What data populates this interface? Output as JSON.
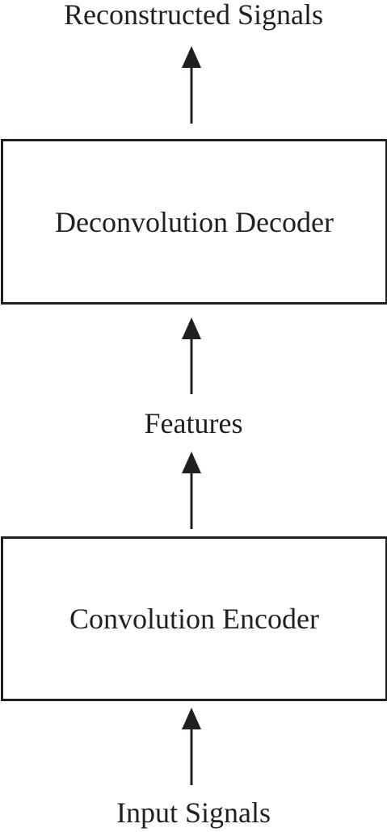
{
  "diagram": {
    "output_label": "Reconstructed Signals",
    "decoder_label": "Deconvolution Decoder",
    "features_label": "Features",
    "encoder_label": "Convolution Encoder",
    "input_label": "Input Signals"
  },
  "colors": {
    "ink": "#231f20",
    "background": "#ffffff"
  }
}
